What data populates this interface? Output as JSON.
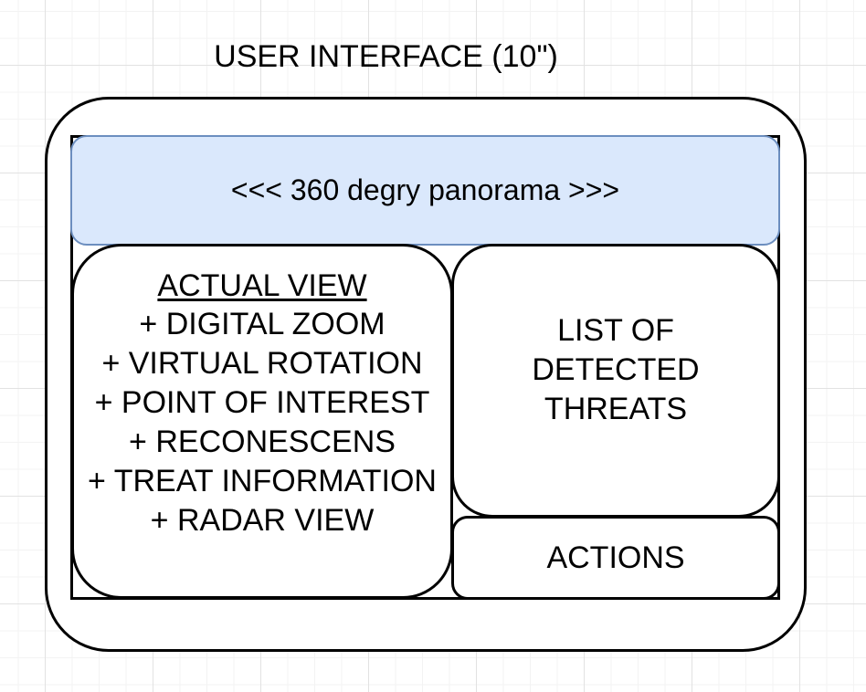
{
  "title": "USER INTERFACE (10\")",
  "panorama": {
    "label": "<<< 360 degry panorama >>>",
    "fill_color": "#dae8fc",
    "stroke_color": "#6c8ebf"
  },
  "actual_view": {
    "heading": "ACTUAL VIEW",
    "features": [
      "+ DIGITAL ZOOM",
      "+ VIRTUAL ROTATION",
      "+ POINT OF INTEREST",
      "+ RECONESCENS",
      "+ TREAT INFORMATION",
      "+ RADAR VIEW"
    ]
  },
  "threats": {
    "lines": [
      "LIST OF",
      "DETECTED",
      "THREATS"
    ]
  },
  "actions": {
    "label": "ACTIONS"
  }
}
